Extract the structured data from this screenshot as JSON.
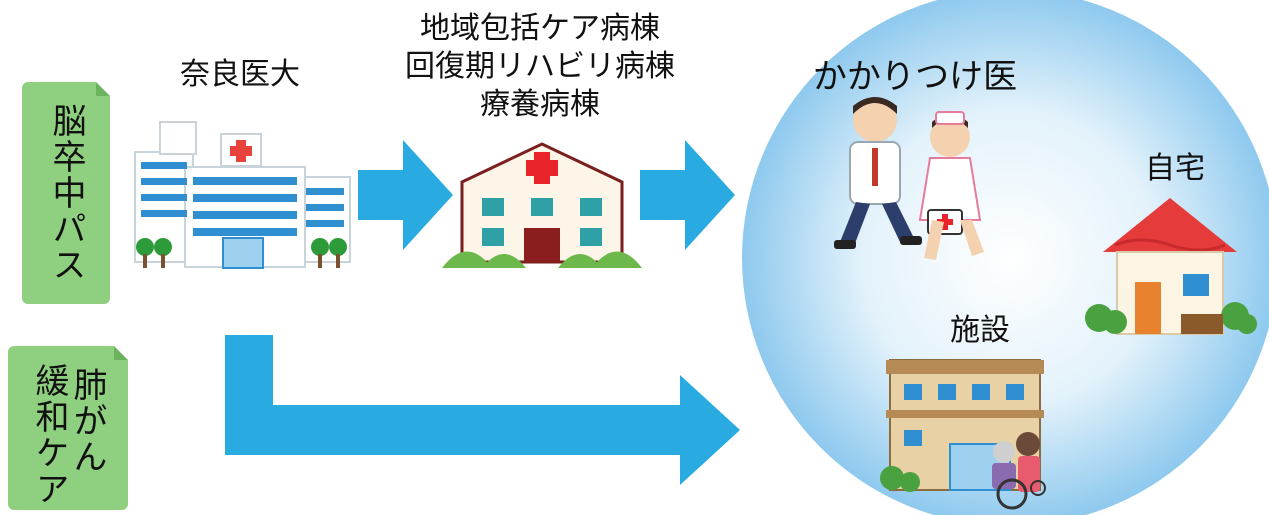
{
  "colors": {
    "arrow": "#29abe2",
    "tag": "#8fcf80",
    "circle_center": "#ffffff",
    "circle_edge": "#8ec9ee"
  },
  "pathways": [
    {
      "id": "stroke",
      "text": "脳卒中パス"
    },
    {
      "id": "lung",
      "col1": "緩和ケア",
      "col2": "肺がん"
    }
  ],
  "nodes": {
    "nara": {
      "label": "奈良医大",
      "icon": "hospital-icon"
    },
    "ward": {
      "lines": [
        "地域包括ケア病棟",
        "回復期リハビリ病棟",
        "療養病棟"
      ],
      "icon": "clinic-icon"
    },
    "doctor": {
      "label": "かかりつけ医",
      "icon": "doctor-nurse-icon"
    },
    "home": {
      "label": "自宅",
      "icon": "house-icon"
    },
    "facility": {
      "label": "施設",
      "icon": "care-facility-icon"
    }
  }
}
